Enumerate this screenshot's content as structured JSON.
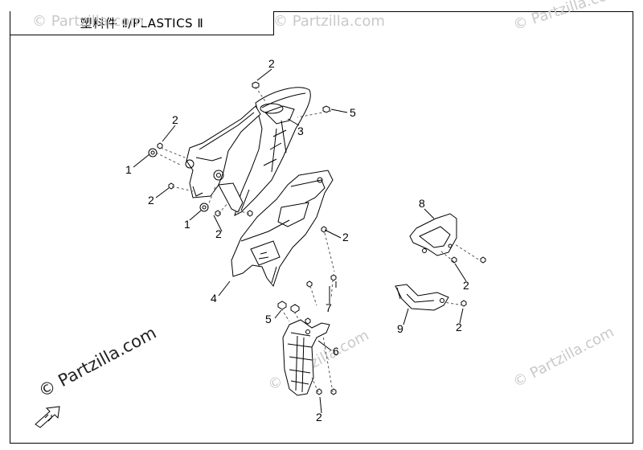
{
  "title": "塑料件 Ⅱ/PLASTICS Ⅱ",
  "watermarks": {
    "strong": "© Partzilla.com",
    "faint": "© Partzilla.com"
  },
  "callouts": [
    {
      "id": "c-2a",
      "text": "2"
    },
    {
      "id": "c-5a",
      "text": "5"
    },
    {
      "id": "c-3",
      "text": "3"
    },
    {
      "id": "c-2b",
      "text": "2"
    },
    {
      "id": "c-1a",
      "text": "1"
    },
    {
      "id": "c-2c",
      "text": "2"
    },
    {
      "id": "c-1b",
      "text": "1"
    },
    {
      "id": "c-2d",
      "text": "2"
    },
    {
      "id": "c-2e",
      "text": "2"
    },
    {
      "id": "c-4",
      "text": "4"
    },
    {
      "id": "c-7",
      "text": "7"
    },
    {
      "id": "c-5b",
      "text": "5"
    },
    {
      "id": "c-6",
      "text": "6"
    },
    {
      "id": "c-2f",
      "text": "2"
    },
    {
      "id": "c-8",
      "text": "8"
    },
    {
      "id": "c-2g",
      "text": "2"
    },
    {
      "id": "c-9",
      "text": "9"
    },
    {
      "id": "c-2h",
      "text": "2"
    }
  ],
  "colors": {
    "line": "#000000",
    "watermark": "#c9c9c9",
    "paper": "#ffffff"
  },
  "icons": {
    "direction_arrow": "fwd-arrow-icon"
  }
}
